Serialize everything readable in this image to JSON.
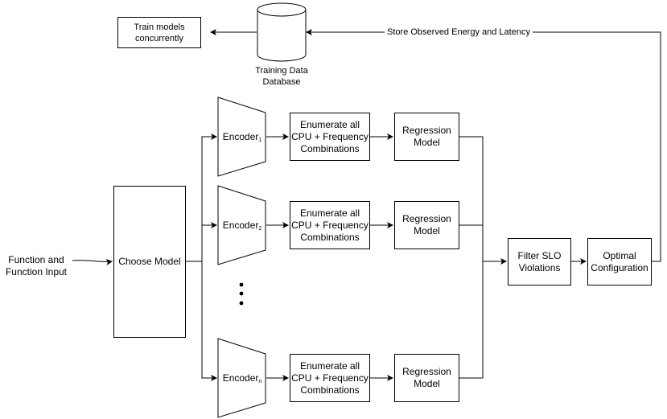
{
  "diagram": {
    "train_models": "Train models\nconcurrently",
    "database": "Training Data\nDatabase",
    "feedback_label": "Store Observed Energy and Latency",
    "input_label": "Function and\nFunction Input",
    "choose_model": "Choose Model",
    "encoder_base": "Encoder",
    "encoder_subscripts": [
      "1",
      "2",
      "n"
    ],
    "enumerate": "Enumerate all\nCPU + Frequency\nCombinations",
    "regression": "Regression\nModel",
    "filter": "Filter SLO\nViolations",
    "optimal": "Optimal\nConfiguration"
  }
}
